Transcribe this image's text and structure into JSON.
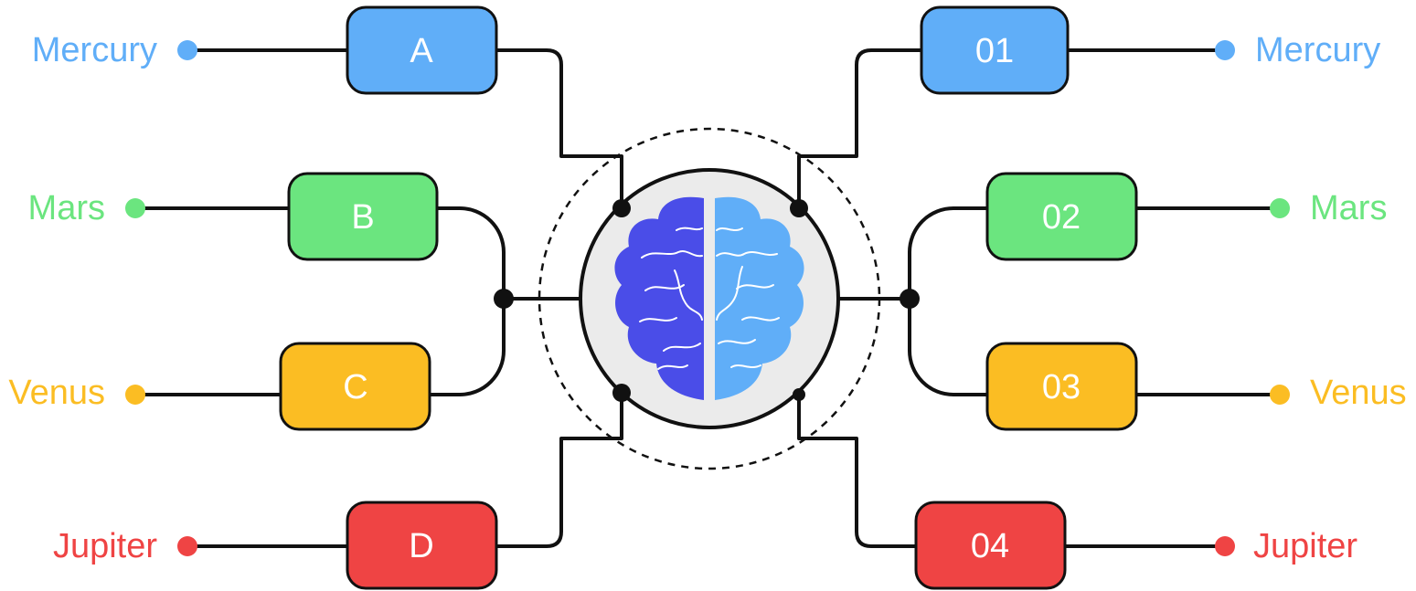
{
  "colors": {
    "blue": "#60aef8",
    "green": "#6be57f",
    "yellow": "#fbbd23",
    "red": "#ef4444",
    "line": "#111111",
    "hub_fill": "#ebebeb",
    "brain_left": "#4a4de8",
    "brain_right": "#60aef8"
  },
  "left": {
    "planets": [
      "Mercury",
      "Mars",
      "Venus",
      "Jupiter"
    ],
    "boxes": [
      "A",
      "B",
      "C",
      "D"
    ]
  },
  "right": {
    "planets": [
      "Mercury",
      "Mars",
      "Venus",
      "Jupiter"
    ],
    "boxes": [
      "01",
      "02",
      "03",
      "04"
    ]
  },
  "center": {
    "icon": "brain-icon"
  }
}
